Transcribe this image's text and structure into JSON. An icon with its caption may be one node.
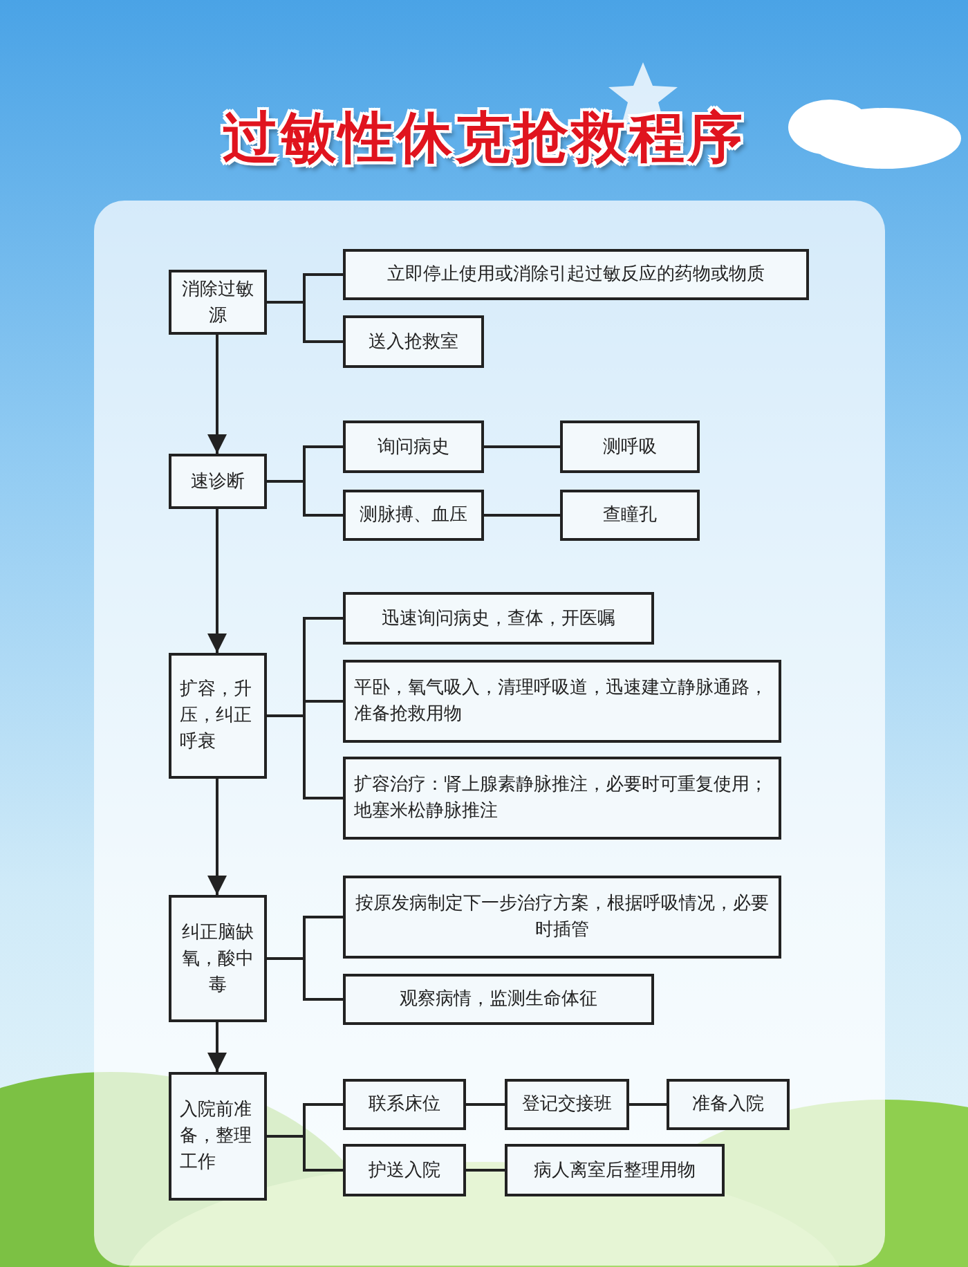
{
  "diagram": {
    "title": "过敏性休克抢救程序",
    "nodes": [
      {
        "text": [
          "消除过敏源"
        ]
      },
      {
        "text": [
          "立即停止使用或消除引起过敏反应的药物或物质"
        ]
      },
      {
        "text": [
          "送入抢救室"
        ]
      },
      {
        "text": [
          "速诊断"
        ]
      },
      {
        "text": [
          "询问病史"
        ]
      },
      {
        "text": [
          "测呼吸"
        ]
      },
      {
        "text": [
          "测脉搏、血压"
        ]
      },
      {
        "text": [
          "查瞳孔"
        ]
      },
      {
        "text": [
          "扩容，升压，纠正呼衰"
        ]
      },
      {
        "text": [
          "迅速询问病史，查体，开医嘱"
        ]
      },
      {
        "text": [
          "平卧，氧气吸入，清理呼吸道，迅速建立静脉通路，准备抢救用物"
        ]
      },
      {
        "text": [
          "扩容治疗：肾上腺素静脉推注，必要时可重复使用；地塞米松静脉推注"
        ]
      },
      {
        "text": [
          "纠正脑缺氧，酸中毒"
        ]
      },
      {
        "text": [
          "按原发病制定下一步治疗方案，根据呼吸情况，必要时插管"
        ]
      },
      {
        "text": [
          "观察病情，监测生命体征"
        ]
      },
      {
        "text": [
          "入院前准备，整理工作"
        ]
      },
      {
        "text": [
          "联系床位"
        ]
      },
      {
        "text": [
          "登记交接班"
        ]
      },
      {
        "text": [
          "准备入院"
        ]
      },
      {
        "text": [
          "护送入院"
        ]
      },
      {
        "text": [
          "病人离室后整理用物"
        ]
      }
    ],
    "edges": [
      {
        "from": 0,
        "to": 3,
        "arrow": "to"
      },
      {
        "from": 3,
        "to": 8,
        "arrow": "to"
      },
      {
        "from": 8,
        "to": 12,
        "arrow": "to"
      },
      {
        "from": 12,
        "to": 15,
        "arrow": "to"
      },
      {
        "from": 0,
        "to": 1,
        "arrow": "none"
      },
      {
        "from": 0,
        "to": 2,
        "arrow": "none"
      },
      {
        "from": 3,
        "to": 4,
        "arrow": "none"
      },
      {
        "from": 3,
        "to": 6,
        "arrow": "none"
      },
      {
        "from": 4,
        "to": 5,
        "arrow": "none"
      },
      {
        "from": 6,
        "to": 7,
        "arrow": "none"
      },
      {
        "from": 8,
        "to": 9,
        "arrow": "none"
      },
      {
        "from": 8,
        "to": 10,
        "arrow": "none"
      },
      {
        "from": 8,
        "to": 11,
        "arrow": "none"
      },
      {
        "from": 12,
        "to": 13,
        "arrow": "none"
      },
      {
        "from": 12,
        "to": 14,
        "arrow": "none"
      },
      {
        "from": 15,
        "to": 16,
        "arrow": "none"
      },
      {
        "from": 15,
        "to": 19,
        "arrow": "none"
      },
      {
        "from": 16,
        "to": 17,
        "arrow": "none"
      },
      {
        "from": 17,
        "to": 18,
        "arrow": "none"
      },
      {
        "from": 19,
        "to": 20,
        "arrow": "none"
      }
    ]
  }
}
